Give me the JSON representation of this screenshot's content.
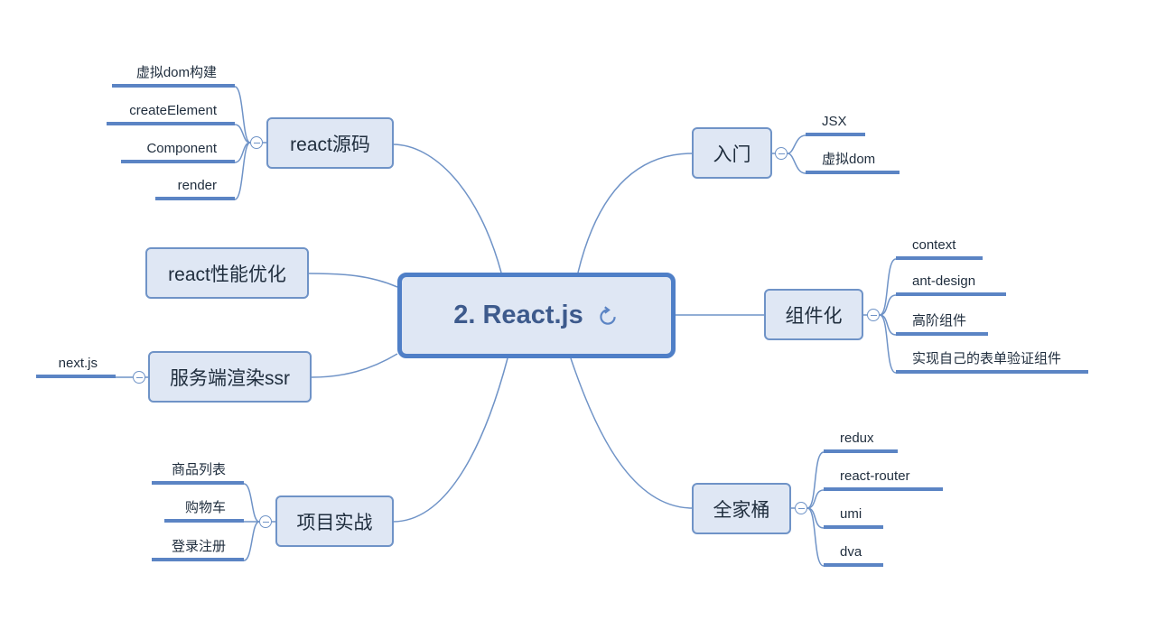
{
  "root": {
    "label": "2. React.js"
  },
  "branches": {
    "intro": {
      "label": "入门",
      "children": [
        "JSX",
        "虚拟dom"
      ]
    },
    "components": {
      "label": "组件化",
      "children": [
        "context",
        "ant-design",
        "高阶组件",
        "实现自己的表单验证组件"
      ]
    },
    "family": {
      "label": "全家桶",
      "children": [
        "redux",
        "react-router",
        "umi",
        "dva"
      ]
    },
    "source": {
      "label": "react源码",
      "children": [
        "虚拟dom构建",
        "createElement",
        "Component",
        "render"
      ]
    },
    "perf": {
      "label": "react性能优化"
    },
    "ssr": {
      "label": "服务端渲染ssr",
      "children": [
        "next.js"
      ]
    },
    "project": {
      "label": "项目实战",
      "children": [
        "商品列表",
        "购物车",
        "登录注册"
      ]
    }
  },
  "colors": {
    "line": "#6f93c7",
    "leaf_underline": "#5b84c4",
    "node_fill": "#dfe7f4",
    "root_border": "#4f7fc7",
    "root_text": "#3d5a8c"
  },
  "icons": {
    "root_icon": "refresh-icon",
    "toggle_icon": "collapse-minus-icon"
  }
}
